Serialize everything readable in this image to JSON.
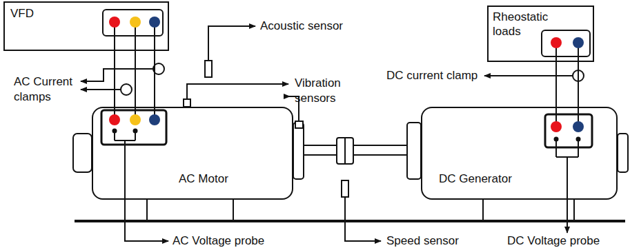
{
  "diagram": {
    "nodes": [
      {
        "text": [
          "VFD"
        ]
      },
      {
        "text": [
          "Rheostatic loads"
        ]
      },
      {
        "text": [
          "AC Motor"
        ]
      },
      {
        "text": [
          "DC Generator"
        ]
      }
    ],
    "edges": [
      {
        "from": 0,
        "to": 2,
        "arrow": "none"
      },
      {
        "from": 0,
        "to": 2,
        "arrow": "none"
      },
      {
        "from": 0,
        "to": 2,
        "arrow": "none"
      },
      {
        "from": 1,
        "to": 3,
        "arrow": "none"
      },
      {
        "from": 1,
        "to": 3,
        "arrow": "none"
      }
    ],
    "labels": [
      "Acoustic sensor",
      "Vibration sensors",
      "AC Current clamps",
      "DC current clamp",
      "AC Voltage probe",
      "Speed sensor",
      "DC Voltage probe"
    ]
  }
}
